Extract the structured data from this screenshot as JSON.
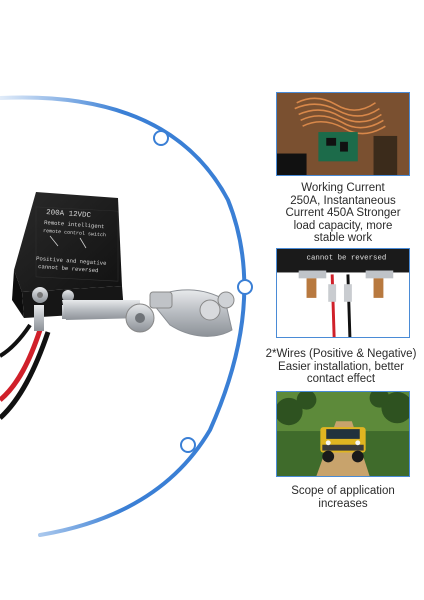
{
  "colors": {
    "accent_blue": "#3a7fd5",
    "relay_body": "#1d1d1d",
    "wire_red": "#d0202a",
    "wire_black": "#111111",
    "copper": "#c26a2e",
    "terminal_silver": "#c9ccd0"
  },
  "relay_label": {
    "line1": "200A 12VDC",
    "line2": "Remote intelligent",
    "line3": "remote control switch",
    "line4": "Positive and negative",
    "line5": "cannot be reversed"
  },
  "features": [
    {
      "image": "relay-coil-closeup-photo",
      "lines": [
        "Working Current",
        "250A, Instantaneous",
        "Current 450A Stronger",
        "load capacity, more",
        "stable work"
      ]
    },
    {
      "image": "dual-terminals-photo",
      "photo_text": "cannot be reversed",
      "lines": [
        "2*Wires (Positive & Negative)",
        "Easier installation, better",
        "contact effect"
      ]
    },
    {
      "image": "offroad-vehicle-photo",
      "lines": [
        "Scope of application",
        "increases"
      ]
    }
  ]
}
